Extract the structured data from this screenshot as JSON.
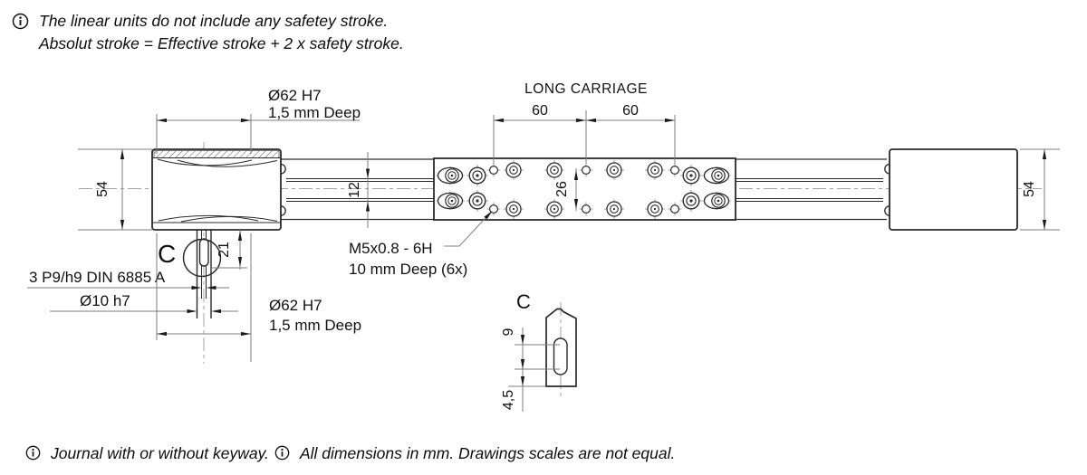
{
  "notes": {
    "top": {
      "line1": "The linear units do not include any safetey stroke.",
      "line2": "Absolut stroke = Effective stroke + 2 x safety stroke."
    },
    "bottom_left": {
      "text": "Journal with or without keyway."
    },
    "bottom_right": {
      "text": "All dimensions in mm. Drawings scales are not equal."
    }
  },
  "drawing": {
    "labels": {
      "bore_top": {
        "line1": "Ø62 H7",
        "line2": "1,5 mm Deep"
      },
      "bore_bottom": {
        "line1": "Ø62 H7",
        "line2": "1,5 mm Deep"
      },
      "carriage_title": "LONG CARRIAGE",
      "thread": {
        "line1": "M5x0.8 - 6H",
        "line2": "10 mm  Deep (6x)"
      },
      "keyway_spec": "3 P9/h9  DIN 6885 A",
      "journal_diameter": "Ø10 h7",
      "detail_reference": "C",
      "detail_view_title": "C"
    },
    "dimensions": {
      "housing_height_left": "54",
      "housing_height_right": "54",
      "rail_spacing": "12",
      "hole_row_spacing": "26",
      "hole_pitch_left": "60",
      "hole_pitch_right": "60",
      "journal_keyway_length": "21",
      "detail_keyway_length": "9",
      "detail_keyway_offset": "4,5"
    },
    "colors": {
      "object_line": "#2a2a2a",
      "dimension_line": "#7d7d7d",
      "centerline": "#a3a3a3",
      "text": "#111111",
      "background": "#ffffff"
    }
  }
}
